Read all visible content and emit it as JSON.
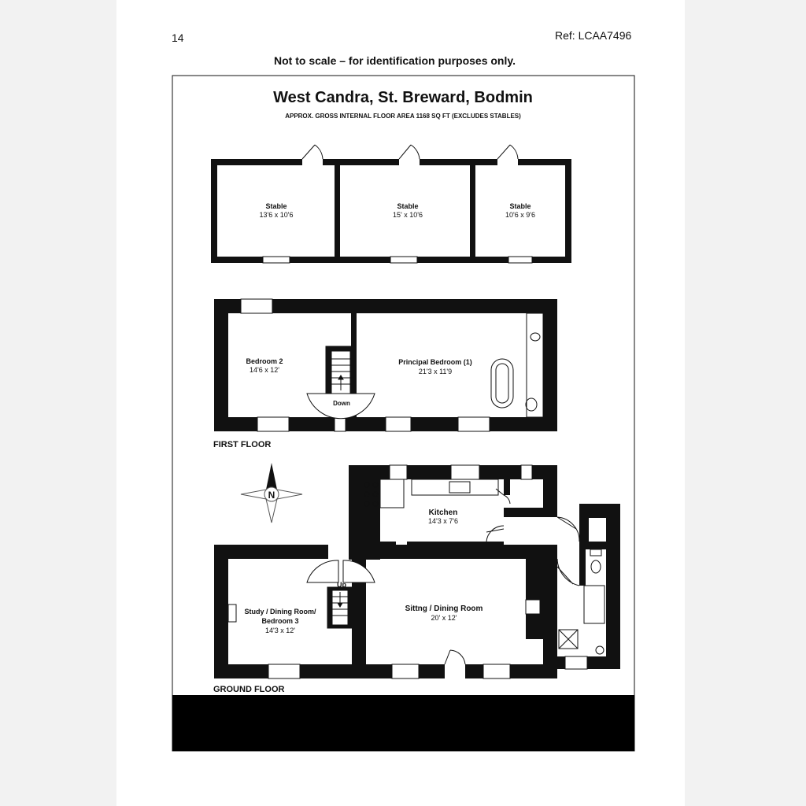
{
  "header": {
    "page_number": "14",
    "reference": "Ref: LCAA7496",
    "disclaimer": "Not to scale – for identification purposes only."
  },
  "plan": {
    "title": "West Candra, St. Breward, Bodmin",
    "subtitle": "APPROX. GROSS INTERNAL FLOOR AREA 1168 SQ FT (EXCLUDES STABLES)"
  },
  "stables": [
    {
      "name": "Stable",
      "size": "13'6 x 10'6"
    },
    {
      "name": "Stable",
      "size": "15' x 10'6"
    },
    {
      "name": "Stable",
      "size": "10'6 x 9'6"
    }
  ],
  "first_floor": {
    "label": "FIRST FLOOR",
    "rooms": [
      {
        "name": "Bedroom 2",
        "size": "14'6 x 12'"
      },
      {
        "name": "Principal Bedroom (1)",
        "size": "21'3 x 11'9"
      }
    ],
    "stair_label": "Down"
  },
  "ground_floor": {
    "label": "GROUND FLOOR",
    "rooms": [
      {
        "name": "Kitchen",
        "size": "14'3 x 7'6"
      },
      {
        "name_lines": [
          "Study / Dining Room/",
          "Bedroom 3"
        ],
        "size": "14'3 x 12'"
      },
      {
        "name": "Sittng / Dining Room",
        "size": "20' x 12'"
      }
    ],
    "stair_label": "Up"
  },
  "compass": {
    "letter": "N"
  },
  "colors": {
    "wall": "#111111",
    "page": "#ffffff",
    "background": "#f2f2f2",
    "footer_band": "#000000"
  }
}
